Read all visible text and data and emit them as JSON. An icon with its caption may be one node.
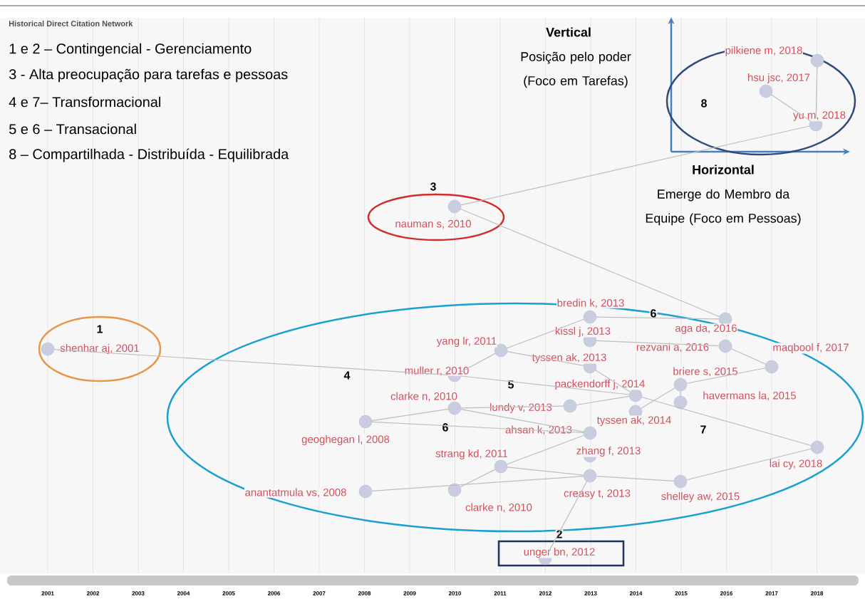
{
  "diagram": {
    "nodes": [
      {
        "text": [
          "1"
        ]
      },
      {
        "text": [
          "shenhar aj, 2001"
        ],
        "in": 0
      },
      {
        "text": [
          "3"
        ]
      },
      {
        "text": [
          "nauman s, 2010"
        ],
        "in": 2
      },
      {
        "text": [
          "8"
        ]
      },
      {
        "text": [
          "pilkiene m, 2018"
        ],
        "in": 4
      },
      {
        "text": [
          "hsu jsc, 2017"
        ],
        "in": 4
      },
      {
        "text": [
          "yu m, 2018"
        ],
        "in": 4
      },
      {
        "text": [
          "4",
          "5",
          "6",
          "6",
          "7"
        ]
      },
      {
        "text": [
          "bredin k, 2013"
        ],
        "in": 8
      },
      {
        "text": [
          "aga da, 2016"
        ],
        "in": 8
      },
      {
        "text": [
          "kissl j, 2013"
        ],
        "in": 8
      },
      {
        "text": [
          "yang lr, 2011"
        ],
        "in": 8
      },
      {
        "text": [
          "rezvani a, 2016"
        ],
        "in": 8
      },
      {
        "text": [
          "maqbool f, 2017"
        ],
        "in": 8
      },
      {
        "text": [
          "tyssen ak, 2013"
        ],
        "in": 8
      },
      {
        "text": [
          "muller r, 2010"
        ],
        "in": 8
      },
      {
        "text": [
          "briere s, 2015"
        ],
        "in": 8
      },
      {
        "text": [
          "packendorff j, 2014"
        ],
        "in": 8
      },
      {
        "text": [
          "havermans la, 2015"
        ],
        "in": 8
      },
      {
        "text": [
          "clarke n, 2010"
        ],
        "in": 8
      },
      {
        "text": [
          "lundy v, 2013"
        ],
        "in": 8
      },
      {
        "text": [
          "tyssen ak, 2014"
        ],
        "in": 8
      },
      {
        "text": [
          "geoghegan l, 2008"
        ],
        "in": 8
      },
      {
        "text": [
          "ahsan k, 2013"
        ],
        "in": 8
      },
      {
        "text": [
          "strang kd, 2011"
        ],
        "in": 8
      },
      {
        "text": [
          "zhang f, 2013"
        ],
        "in": 8
      },
      {
        "text": [
          "lai cy, 2018"
        ],
        "in": 8
      },
      {
        "text": [
          "anantatmula vs, 2008"
        ],
        "in": 8
      },
      {
        "text": [
          "creasy t, 2013"
        ],
        "in": 8
      },
      {
        "text": [
          "shelley aw, 2015"
        ],
        "in": 8
      },
      {
        "text": [
          "clarke n, 2010"
        ],
        "in": 8
      },
      {
        "text": [
          "2"
        ]
      },
      {
        "text": [
          "unger bn, 2012"
        ],
        "in": 32
      }
    ],
    "edges": [
      {
        "from": 1,
        "to": 16,
        "arrow": "none"
      },
      {
        "from": 3,
        "to": 7,
        "arrow": "none"
      },
      {
        "from": 3,
        "to": 10,
        "arrow": "none"
      },
      {
        "from": 6,
        "to": 7,
        "arrow": "none"
      },
      {
        "from": 5,
        "to": 7,
        "arrow": "none"
      },
      {
        "from": 29,
        "to": 33,
        "arrow": "none"
      },
      {
        "from": 23,
        "to": 20,
        "arrow": "none"
      },
      {
        "from": 23,
        "to": 24,
        "arrow": "none"
      },
      {
        "from": 28,
        "to": 29,
        "arrow": "none"
      },
      {
        "from": 31,
        "to": 25,
        "arrow": "none"
      },
      {
        "from": 30,
        "to": 27,
        "arrow": "none"
      },
      {
        "from": 18,
        "to": 27,
        "arrow": "none"
      },
      {
        "from": 16,
        "to": 18,
        "arrow": "none"
      },
      {
        "from": 12,
        "to": 9,
        "arrow": "none"
      },
      {
        "from": 12,
        "to": 15,
        "arrow": "none"
      },
      {
        "from": 9,
        "to": 10,
        "arrow": "none"
      },
      {
        "from": 11,
        "to": 13,
        "arrow": "none"
      },
      {
        "from": 17,
        "to": 14,
        "arrow": "none"
      },
      {
        "from": 13,
        "to": 14,
        "arrow": "none"
      },
      {
        "from": 19,
        "to": 17,
        "arrow": "none"
      },
      {
        "from": 21,
        "to": 18,
        "arrow": "none"
      },
      {
        "from": 25,
        "to": 24,
        "arrow": "none"
      },
      {
        "from": 25,
        "to": 29,
        "arrow": "none"
      },
      {
        "from": 20,
        "to": 21,
        "arrow": "none"
      },
      {
        "from": 16,
        "to": 12,
        "arrow": "none"
      },
      {
        "from": 29,
        "to": 30,
        "arrow": "none"
      },
      {
        "from": 15,
        "to": 18,
        "arrow": "none"
      },
      {
        "from": 22,
        "to": 17,
        "arrow": "none"
      },
      {
        "from": 20,
        "to": 24,
        "arrow": "none"
      }
    ],
    "labels": [
      "Historical Direct Citation Network",
      "1 e 2 – Contingencial - Gerenciamento",
      "3 - Alta preocupação para tarefas e pessoas",
      "4 e 7– Transformacional",
      "5 e 6 – Transacional",
      "8 – Compartilhada - Distribuída - Equilibrada",
      "Vertical",
      "Posição pelo poder (Foco em Tarefas)",
      "Horizontal",
      "Emerge do Membro da Equipe (Foco em Pessoas)",
      "2001",
      "2002",
      "2003",
      "2004",
      "2005",
      "2006",
      "2007",
      "2008",
      "2009",
      "2010",
      "2011",
      "2012",
      "2013",
      "2014",
      "2015",
      "2016",
      "2017",
      "2018"
    ]
  }
}
